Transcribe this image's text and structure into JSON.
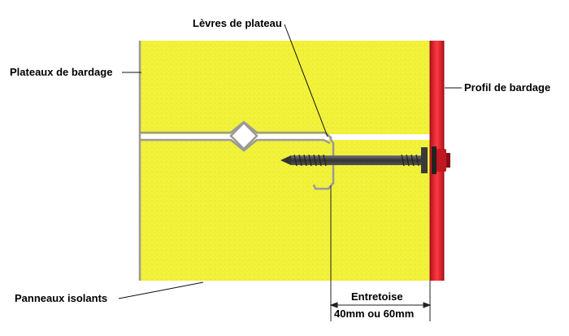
{
  "labels": {
    "plateaux": "Plateaux de bardage",
    "levres": "Lèvres de plateau",
    "profil": "Profil de bardage",
    "panneaux": "Panneaux isolants",
    "entretoise": "Entretoise",
    "dimension": "40mm ou 60mm"
  },
  "colors": {
    "insulation": "#f2f23a",
    "insulation_edge": "#c9c920",
    "profile": "#e0202a",
    "profile_dark": "#a0101a",
    "plateau_line": "#9a9a9a",
    "screw": "#4a4a4a",
    "screw_head": "#c01822",
    "text": "#000000"
  },
  "icons": {
    "screw": "self-drilling-screw-icon"
  }
}
